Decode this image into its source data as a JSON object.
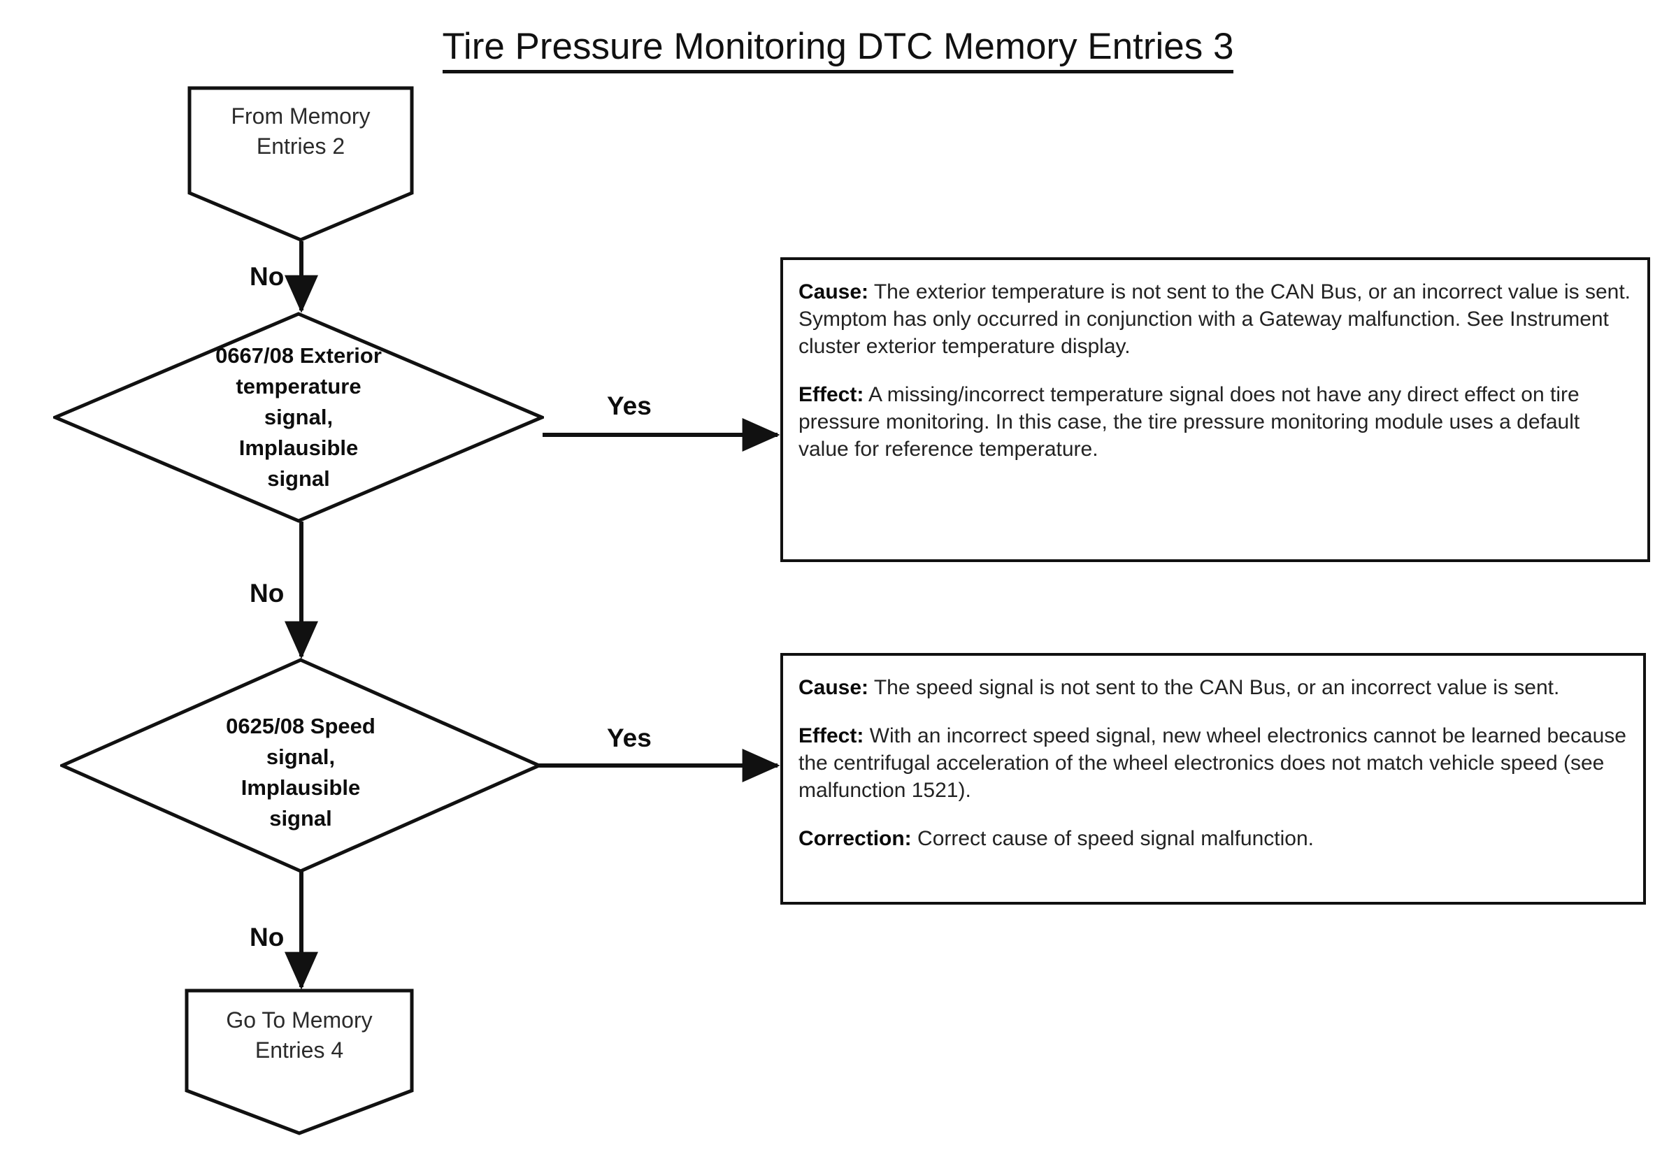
{
  "title": "Tire Pressure Monitoring DTC Memory Entries 3",
  "nodes": {
    "start": {
      "label": "From Memory\nEntries 2"
    },
    "decision_1": {
      "label": "0667/08 Exterior\ntemperature\nsignal,\nImplausible\nsignal"
    },
    "decision_2": {
      "label": "0625/08 Speed\nsignal,\nImplausible\nsignal"
    },
    "end": {
      "label": "Go To Memory\nEntries 4"
    }
  },
  "edges": {
    "start_to_d1": {
      "label": "No"
    },
    "d1_yes": {
      "label": "Yes"
    },
    "d1_no": {
      "label": "No"
    },
    "d2_yes": {
      "label": "Yes"
    },
    "d2_no": {
      "label": "No"
    }
  },
  "info_box_1": {
    "cause_label": "Cause:",
    "cause_text": " The exterior temperature is not sent to the CAN Bus, or an incorrect value is sent.",
    "symptom_text": "Symptom has only occurred in conjunction with a Gateway malfunction. See Instrument cluster exterior temperature display.",
    "effect_label": "Effect:",
    "effect_text": " A missing/incorrect temperature signal does not have any direct effect on tire pressure monitoring. In this case, the tire pressure monitoring module uses a default value for reference temperature."
  },
  "info_box_2": {
    "cause_label": "Cause:",
    "cause_text": " The speed signal is not sent to the CAN Bus, or an incorrect value is sent.",
    "effect_label": "Effect:",
    "effect_text": " With an incorrect speed signal, new  wheel electronics cannot be learned because the centrifugal acceleration of the wheel electronics does not match vehicle speed (see malfunction 1521).",
    "correction_label": "Correction:",
    "correction_text": " Correct cause of speed signal malfunction."
  },
  "colors": {
    "line": "#111111",
    "text": "#222222",
    "background": "#ffffff"
  }
}
